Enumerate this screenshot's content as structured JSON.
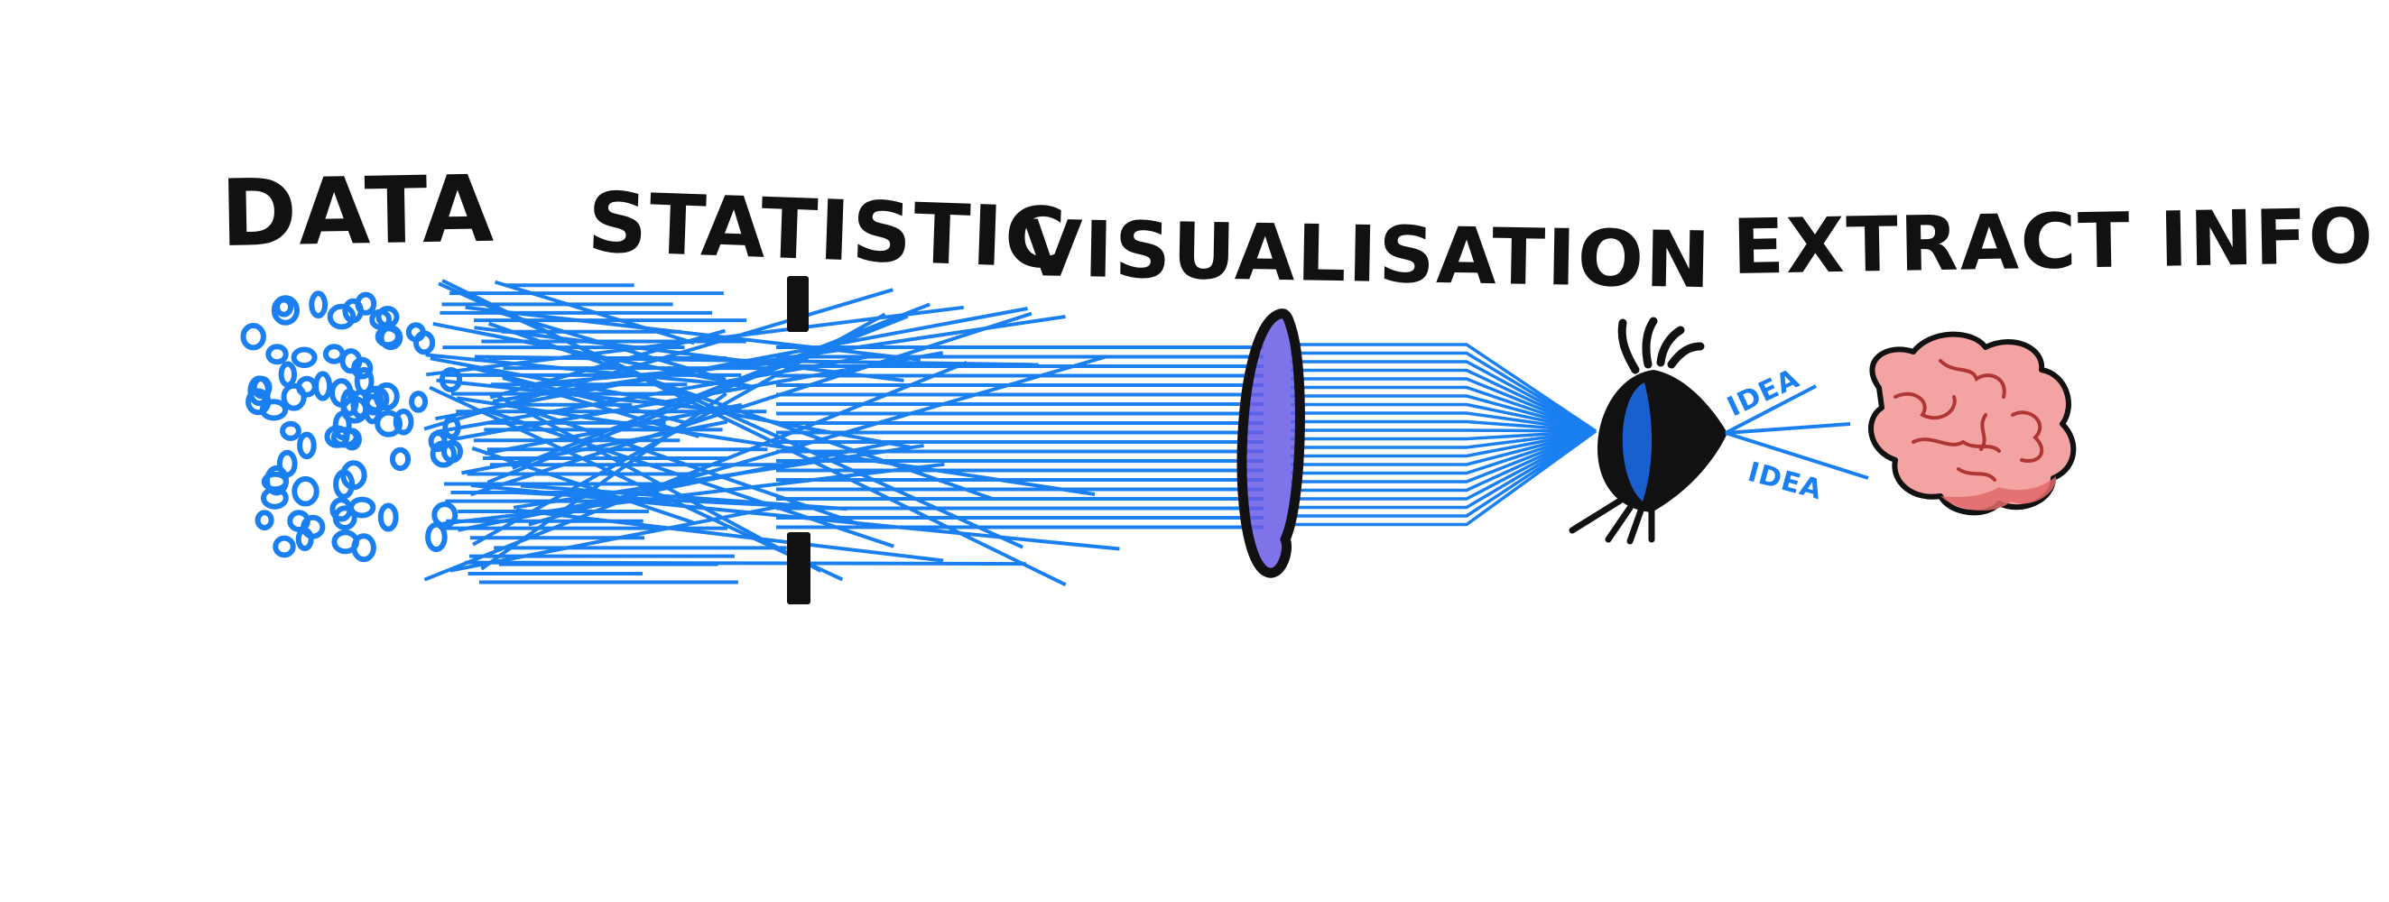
{
  "labels": {
    "data": "DATA",
    "statistic": "STATISTIC",
    "visualisation": "VISUALISATION",
    "extract_info": "EXTRACT INFO",
    "idea_top": "IDEA",
    "idea_bottom": "IDEA"
  },
  "colors": {
    "ray_blue": "#1a7ff0",
    "ink": "#111111",
    "lens_fill": "#6a5ce6",
    "eye_iris": "#1a5fd0",
    "brain_fill": "#f4a3a3",
    "brain_shadow": "#e06a6a",
    "background": "#ffffff"
  },
  "icons": {
    "eye": "eye-icon",
    "brain": "brain-icon",
    "lens": "lens-icon"
  }
}
